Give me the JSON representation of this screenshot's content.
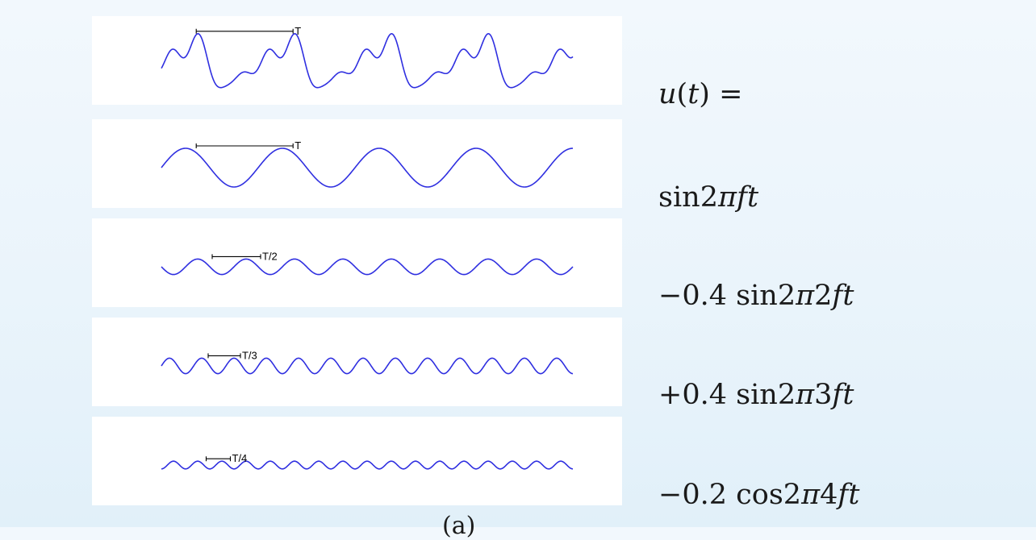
{
  "chart_data": [
    {
      "type": "line",
      "title": "",
      "x_range": [
        0,
        4.25
      ],
      "x_unit": "periods T",
      "series": [
        {
          "name": "u(t)",
          "formula": "sin(2πt) - 0.4 sin(2π·2t) + 0.4 sin(2π·3t) - 0.2 cos(2π·4t)",
          "components": [
            {
              "fn": "sin",
              "harmonic": 1,
              "amplitude": 1
            },
            {
              "fn": "sin",
              "harmonic": 2,
              "amplitude": -0.4
            },
            {
              "fn": "sin",
              "harmonic": 3,
              "amplitude": 0.4
            },
            {
              "fn": "cos",
              "harmonic": 4,
              "amplitude": -0.2
            }
          ]
        }
      ],
      "annotation": {
        "label": "T",
        "span_periods": 1
      }
    },
    {
      "type": "line",
      "title": "",
      "x_range": [
        0,
        4.25
      ],
      "series": [
        {
          "name": "sin2πft",
          "components": [
            {
              "fn": "sin",
              "harmonic": 1,
              "amplitude": 1
            }
          ]
        }
      ],
      "annotation": {
        "label": "T",
        "span_periods": 1
      }
    },
    {
      "type": "line",
      "title": "",
      "x_range": [
        0,
        4.25
      ],
      "series": [
        {
          "name": "−0.4 sin2π2ft",
          "components": [
            {
              "fn": "sin",
              "harmonic": 2,
              "amplitude": -0.4
            }
          ]
        }
      ],
      "annotation": {
        "label": "T/2",
        "span_periods": 0.5
      }
    },
    {
      "type": "line",
      "title": "",
      "x_range": [
        0,
        4.25
      ],
      "series": [
        {
          "name": "+0.4 sin2π3ft",
          "components": [
            {
              "fn": "sin",
              "harmonic": 3,
              "amplitude": 0.4
            }
          ]
        }
      ],
      "annotation": {
        "label": "T/3",
        "span_periods": 0.3333
      }
    },
    {
      "type": "line",
      "title": "",
      "x_range": [
        0,
        4.25
      ],
      "series": [
        {
          "name": "−0.2 cos2π4ft",
          "components": [
            {
              "fn": "cos",
              "harmonic": 4,
              "amplitude": -0.2
            }
          ]
        }
      ],
      "annotation": {
        "label": "T/4",
        "span_periods": 0.25
      }
    }
  ],
  "formulas": {
    "lhs": {
      "func": "u",
      "var": "t",
      "eq": "="
    },
    "term1": {
      "sign": "",
      "coef": "",
      "fn": "sin",
      "harm": "",
      "trig": "π",
      "var": "ft"
    },
    "term2": {
      "sign": "−",
      "coef": "0.4",
      "fn": "sin",
      "harm": "2",
      "trig": "π",
      "var": "ft"
    },
    "term3": {
      "sign": "+",
      "coef": "0.4",
      "fn": "sin",
      "harm": "3",
      "trig": "π",
      "var": "ft"
    },
    "term4": {
      "sign": "−",
      "coef": "0.2",
      "fn": "cos",
      "harm": "4",
      "trig": "π",
      "var": "ft"
    }
  },
  "caption": "(a)",
  "colors": {
    "wave": "#2f2fe0",
    "bracket": "#000000",
    "panel": "#ffffff"
  }
}
